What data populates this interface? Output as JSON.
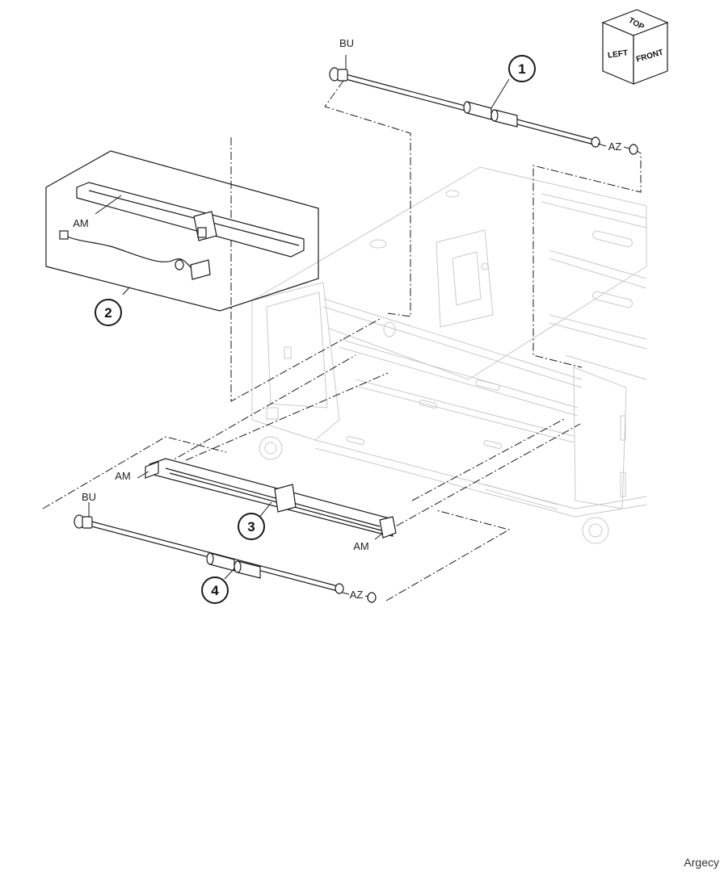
{
  "orientation_cube": {
    "top": "TOP",
    "left": "LEFT",
    "front": "FRONT"
  },
  "callouts": [
    "1",
    "2",
    "3",
    "4"
  ],
  "labels": {
    "bu_top": "BU",
    "az_top": "AZ",
    "am_sensor": "AM",
    "am_left": "AM",
    "am_right": "AM",
    "bu_bottom": "BU",
    "az_bottom": "AZ"
  },
  "footer": "Argecy"
}
